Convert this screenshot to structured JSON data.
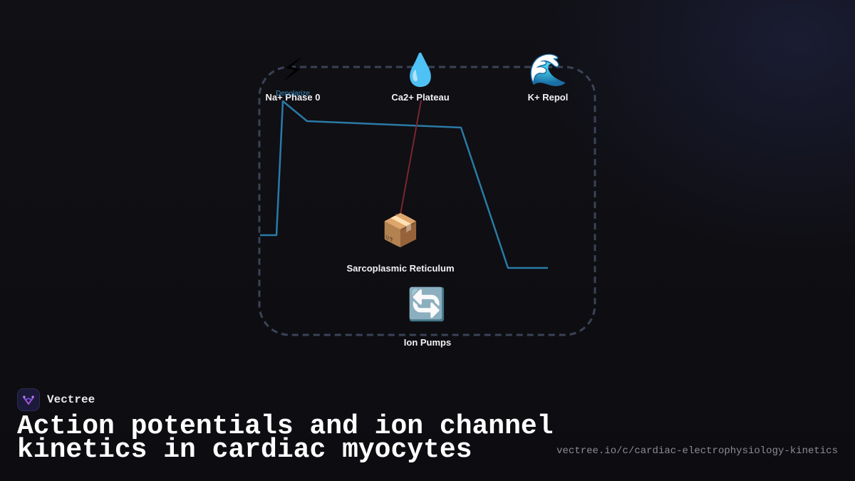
{
  "brand": {
    "name": "Vectree",
    "logo_icon": "vectree-logo-icon"
  },
  "title": "Action potentials and ion channel kinetics in cardiac myocytes",
  "source_url": "vectree.io/c/cardiac-electrophysiology-kinetics",
  "diagram": {
    "nodes": [
      {
        "id": "na",
        "emoji": "⚡",
        "icon": "lightning-icon",
        "label": "Na+ Phase 0"
      },
      {
        "id": "ca",
        "emoji": "💧",
        "icon": "droplet-icon",
        "label": "Ca2+ Plateau"
      },
      {
        "id": "k",
        "emoji": "🌊",
        "icon": "wave-icon",
        "label": "K+ Repol"
      },
      {
        "id": "sr",
        "emoji": "📦",
        "icon": "package-icon",
        "label": "Sarcoplasmic Reticulum"
      },
      {
        "id": "pumps",
        "emoji": "🔄",
        "icon": "cycle-arrows-icon",
        "label": "Ion Pumps"
      }
    ],
    "edges": [
      {
        "from": "ca",
        "to": "sr",
        "label": ""
      }
    ],
    "edge_labels": [
      {
        "text": "Depolarize"
      }
    ],
    "colors": {
      "container_border": "#3a4356",
      "trace": "#2b7aa6",
      "edge": "#7a2630",
      "edge_label": "#3a8fc0"
    }
  }
}
